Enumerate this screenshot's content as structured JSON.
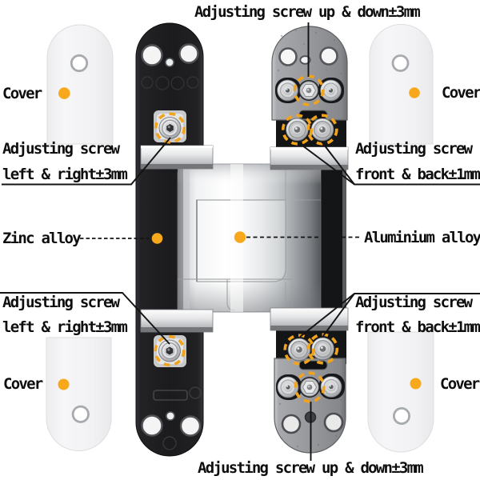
{
  "diagram_title": "Concealed 3D adjustable door hinge - parts and adjustment annotations",
  "colors": {
    "background": "#ffffff",
    "marker_orange": "#f7a81c",
    "dashed_circle_orange": "#f2a31c",
    "leader_line": "#141414",
    "text": "#0e0e0e",
    "zinc_plate_black": "#1b1b1e",
    "aluminium_silver": "#e8eaec",
    "cover_white": "#f3f3f5"
  },
  "annotations": {
    "top": {
      "text": "Adjusting screw up & down±3mm"
    },
    "bottom": {
      "text": "Adjusting screw up & down±3mm"
    },
    "left_top": {
      "line1": "Adjusting screw",
      "line2": "left & right±3mm"
    },
    "left_bottom": {
      "line1": "Adjusting screw",
      "line2": "left & right±3mm"
    },
    "right_top": {
      "line1": "Adjusting screw",
      "line2": "front & back±1mm"
    },
    "right_bottom": {
      "line1": "Adjusting screw",
      "line2": "front & back±1mm"
    },
    "material_left": {
      "text": "Zinc alloy"
    },
    "material_right": {
      "text": "Aluminium alloy"
    },
    "cover_top_left": {
      "text": "Cover"
    },
    "cover_top_right": {
      "text": "Cover"
    },
    "cover_bottom_left": {
      "text": "Cover"
    },
    "cover_bottom_right": {
      "text": "Cover"
    }
  }
}
